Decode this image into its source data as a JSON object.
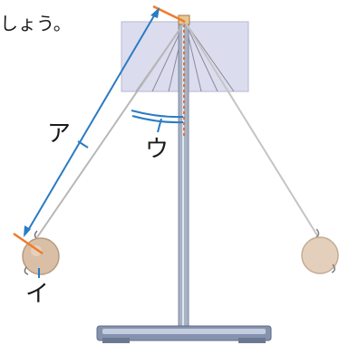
{
  "question_fragment": "しょう。",
  "labels": {
    "string_length": "ア",
    "bob_center": "イ",
    "swing_angle": "ウ"
  },
  "colors": {
    "stand": "#8f9ab2",
    "board": "#d9d9ee",
    "bob": "#d9bfa5",
    "string": "#b8b8b8",
    "measure_arrow": "#2a7bc4",
    "pointer": "#f07a2a",
    "vertical_guide": "#e07030"
  },
  "icons": {
    "bob": "pendulum-bob",
    "stand": "retort-stand"
  }
}
